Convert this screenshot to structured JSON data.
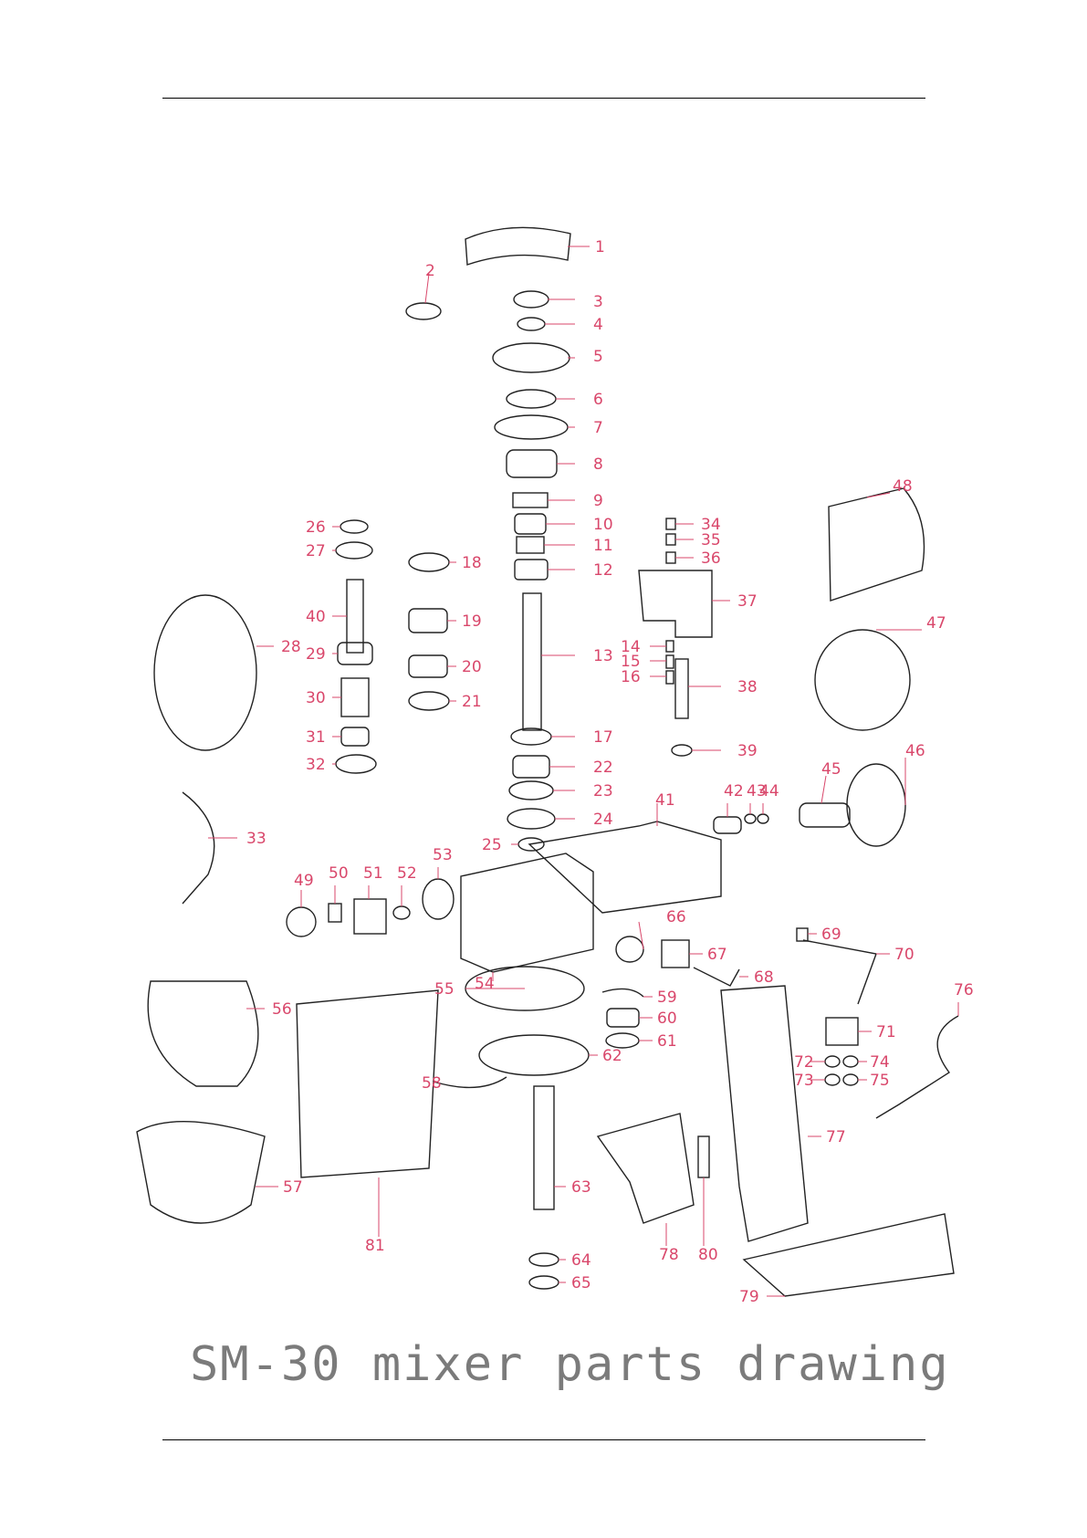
{
  "title": "SM-30 mixer parts drawing",
  "colors": {
    "callout": "#d9476b",
    "line": "#222222",
    "title": "#7b7b7b"
  },
  "parts": [
    "1",
    "2",
    "3",
    "4",
    "5",
    "6",
    "7",
    "8",
    "9",
    "10",
    "11",
    "12",
    "13",
    "14",
    "15",
    "16",
    "17",
    "18",
    "19",
    "20",
    "21",
    "22",
    "23",
    "24",
    "25",
    "26",
    "27",
    "28",
    "29",
    "30",
    "31",
    "32",
    "33",
    "34",
    "35",
    "36",
    "37",
    "38",
    "39",
    "40",
    "41",
    "42",
    "43",
    "44",
    "45",
    "46",
    "47",
    "48",
    "49",
    "50",
    "51",
    "52",
    "53",
    "54",
    "55",
    "56",
    "57",
    "58",
    "59",
    "60",
    "61",
    "62",
    "63",
    "64",
    "65",
    "66",
    "67",
    "68",
    "69",
    "70",
    "71",
    "72",
    "73",
    "74",
    "75",
    "76",
    "77",
    "78",
    "79",
    "80",
    "81"
  ]
}
